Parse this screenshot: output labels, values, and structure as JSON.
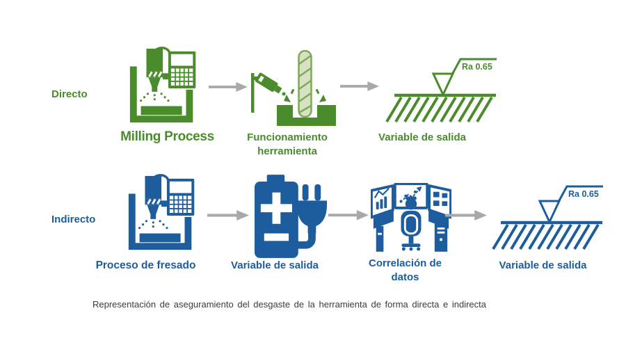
{
  "colors": {
    "direct_green": "#4a8b2c",
    "drill_fill": "#d6e2c3",
    "drill_stroke": "#7fa95a",
    "indirect_blue": "#1d5d9e",
    "arrow_gray": "#a9a9a9",
    "caption_text": "#3b3b3b"
  },
  "icons": {
    "direct_step1": "milling-machine-icon",
    "direct_step2": "camera-monitoring-drill-icon",
    "direct_step3": "surface-roughness-icon",
    "indirect_step1": "milling-machine-icon",
    "indirect_step2": "battery-plug-icon",
    "indirect_step3": "operator-control-monitors-icon",
    "indirect_step4": "surface-roughness-icon",
    "arrow": "arrow-right-icon"
  },
  "direct_row": {
    "label": "Directo",
    "step1": {
      "caption": "Milling Process"
    },
    "step2": {
      "caption_line1": "Funcionamiento",
      "caption_line2": "herramienta"
    },
    "step3": {
      "caption": "Variable de salida",
      "roughness_value": "Ra 0.65"
    }
  },
  "indirect_row": {
    "label": "Indirecto",
    "step1": {
      "caption": "Proceso de fresado"
    },
    "step2": {
      "caption": "Variable de salida"
    },
    "step3": {
      "caption_line1": "Correlación de",
      "caption_line2": "datos"
    },
    "step4": {
      "caption": "Variable de salida",
      "roughness_value": "Ra 0.65"
    }
  },
  "caption": "Representación de aseguramiento del desgaste de la herramienta de forma directa e indirecta"
}
